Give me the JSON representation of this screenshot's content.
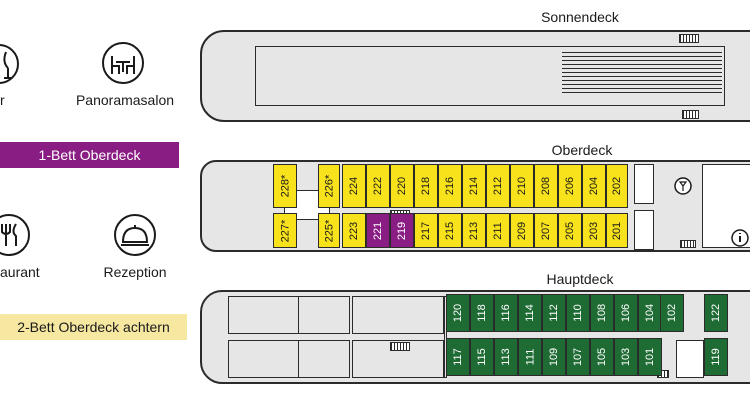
{
  "legend": {
    "bar_label": "r",
    "panorama_label": "Panoramasalon",
    "restaurant_label": "aurant",
    "reception_label": "Rezeption",
    "single_cabin_label": "1-Bett Oberdeck",
    "double_cabin_label": "2-Bett Oberdeck achtern"
  },
  "colors": {
    "yellow": "#f7e21b",
    "purple": "#8a1d83",
    "green": "#1e6b34",
    "single_bar": "#8a1d83",
    "double_bar": "#f6e7a1"
  },
  "decks": {
    "sonnendeck": {
      "title": "Sonnendeck"
    },
    "oberdeck": {
      "title": "Oberdeck",
      "top_row": [
        "228*",
        "226*",
        "224",
        "222",
        "220",
        "218",
        "216",
        "214",
        "212",
        "210",
        "208",
        "206",
        "204",
        "202"
      ],
      "bottom_row": [
        "227*",
        "225*",
        "223",
        "221",
        "219",
        "217",
        "215",
        "213",
        "211",
        "209",
        "207",
        "205",
        "203",
        "201"
      ],
      "purple_cabins": [
        "221",
        "219"
      ]
    },
    "hauptdeck": {
      "title": "Hauptdeck",
      "top_row": [
        "120",
        "118",
        "116",
        "114",
        "112",
        "110",
        "108",
        "106",
        "104",
        "102",
        "122"
      ],
      "bottom_row": [
        "117",
        "115",
        "113",
        "111",
        "109",
        "107",
        "105",
        "103",
        "101",
        "119"
      ]
    }
  }
}
